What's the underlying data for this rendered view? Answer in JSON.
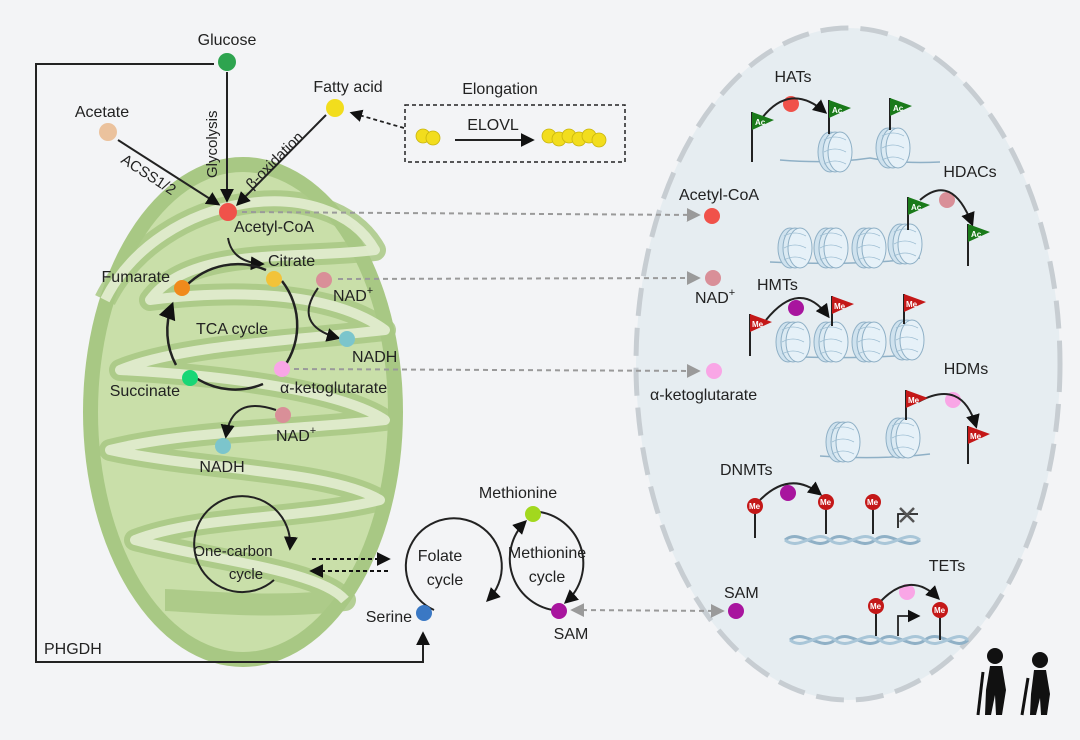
{
  "metabolites": {
    "glucose": "Glucose",
    "acetate": "Acetate",
    "fatty_acid": "Fatty acid",
    "acetyl_coa": "Acetyl-CoA",
    "citrate": "Citrate",
    "fumarate": "Fumarate",
    "succinate": "Succinate",
    "alpha_kg": "α-ketoglutarate",
    "nad_plus_label": "NAD",
    "nadh": "NADH",
    "methionine": "Methionine",
    "sam": "SAM",
    "serine": "Serine"
  },
  "pathways": {
    "glycolysis": "Glycolysis",
    "beta_oxidation": "β-oxidation",
    "acss": "ACSS1/2",
    "elongation": "Elongation",
    "elovl": "ELOVL",
    "tca": "TCA cycle",
    "one_carbon_line1": "One-carbon",
    "one_carbon_line2": "cycle",
    "folate_line1": "Folate",
    "folate_line2": "cycle",
    "methionine_cycle_line1": "Methionine",
    "methionine_cycle_line2": "cycle",
    "phgdh": "PHGDH"
  },
  "enzymes": {
    "hats": "HATs",
    "hdacs": "HDACs",
    "hmts": "HMTs",
    "hdms": "HDMs",
    "dnmts": "DNMTs",
    "tets": "TETs"
  },
  "nucleus": {
    "acetyl_coa": "Acetyl-CoA",
    "nad_plus": "NAD",
    "alpha_kg": "α-ketoglutarate",
    "sam": "SAM"
  },
  "marks": {
    "ac": "Ac",
    "me": "Me",
    "plus": "+"
  },
  "colors": {
    "acetyl_coa": "#f0524a",
    "nad_plus": "#d98f98",
    "nadh": "#7cc5cc",
    "alpha_kg": "#f9a6e6",
    "sam": "#a8159e",
    "glucose": "#2ea44f",
    "acetate": "#ebc29d",
    "fatty_acid": "#f2dd1d",
    "citrate": "#f2c33a",
    "fumarate": "#f08a1c",
    "succinate": "#18d676",
    "methionine": "#a2d81e",
    "serine": "#3a78c4",
    "ac_flag": "#1a7a1a",
    "me_flag": "#c41818",
    "mito_outer": "#a8c884",
    "mito_inner": "#bdd89c",
    "nucleus_fill": "#e6edf1"
  }
}
